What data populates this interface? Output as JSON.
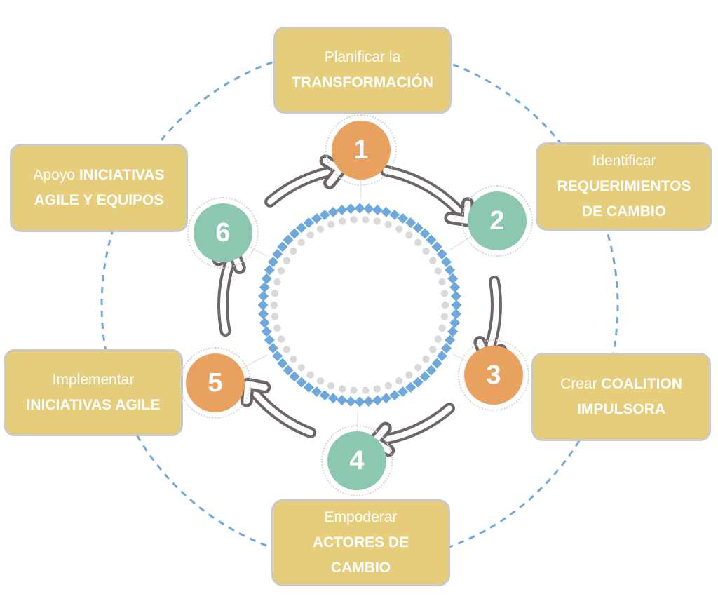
{
  "steps": [
    {
      "number": "1",
      "color": "#E9A160",
      "line1_regular": "Planificar la",
      "line1_bold": "",
      "line2_regular": "",
      "line2_bold": "TRANSFORMACIÓN",
      "line3_bold": ""
    },
    {
      "number": "2",
      "color": "#8CC7B0",
      "line1_regular": "Identificar",
      "line1_bold": "",
      "line2_regular": "",
      "line2_bold": "REQUERIMIENTOS",
      "line3_bold": "DE CAMBIO"
    },
    {
      "number": "3",
      "color": "#E9A160",
      "line1_regular": "Crear ",
      "line1_bold": "COALITION",
      "line2_regular": "",
      "line2_bold": "IMPULSORA",
      "line3_bold": ""
    },
    {
      "number": "4",
      "color": "#8CC7B0",
      "line1_regular": "Empoderar",
      "line1_bold": "",
      "line2_regular": "",
      "line2_bold": "ACTORES DE",
      "line3_bold": "CAMBIO"
    },
    {
      "number": "5",
      "color": "#E9A160",
      "line1_regular": "Implementar",
      "line1_bold": "",
      "line2_regular": "",
      "line2_bold": "INICIATIVAS AGILE",
      "line3_bold": ""
    },
    {
      "number": "6",
      "color": "#8CC7B0",
      "line1_regular": "Apoyo ",
      "line1_bold": "INICIATIVAS",
      "line2_regular": "",
      "line2_bold": "AGILE Y EQUIPOS",
      "line3_bold": ""
    }
  ],
  "colors": {
    "box_fill": "#E6CD7C",
    "box_border": "#C9C9C9",
    "orange": "#E9A160",
    "green": "#8CC7B0",
    "arrow": "#6E6666",
    "dash_ring": "#6FA8DC",
    "diamond": "#6FA8DC",
    "dot": "#D9D9D9"
  }
}
